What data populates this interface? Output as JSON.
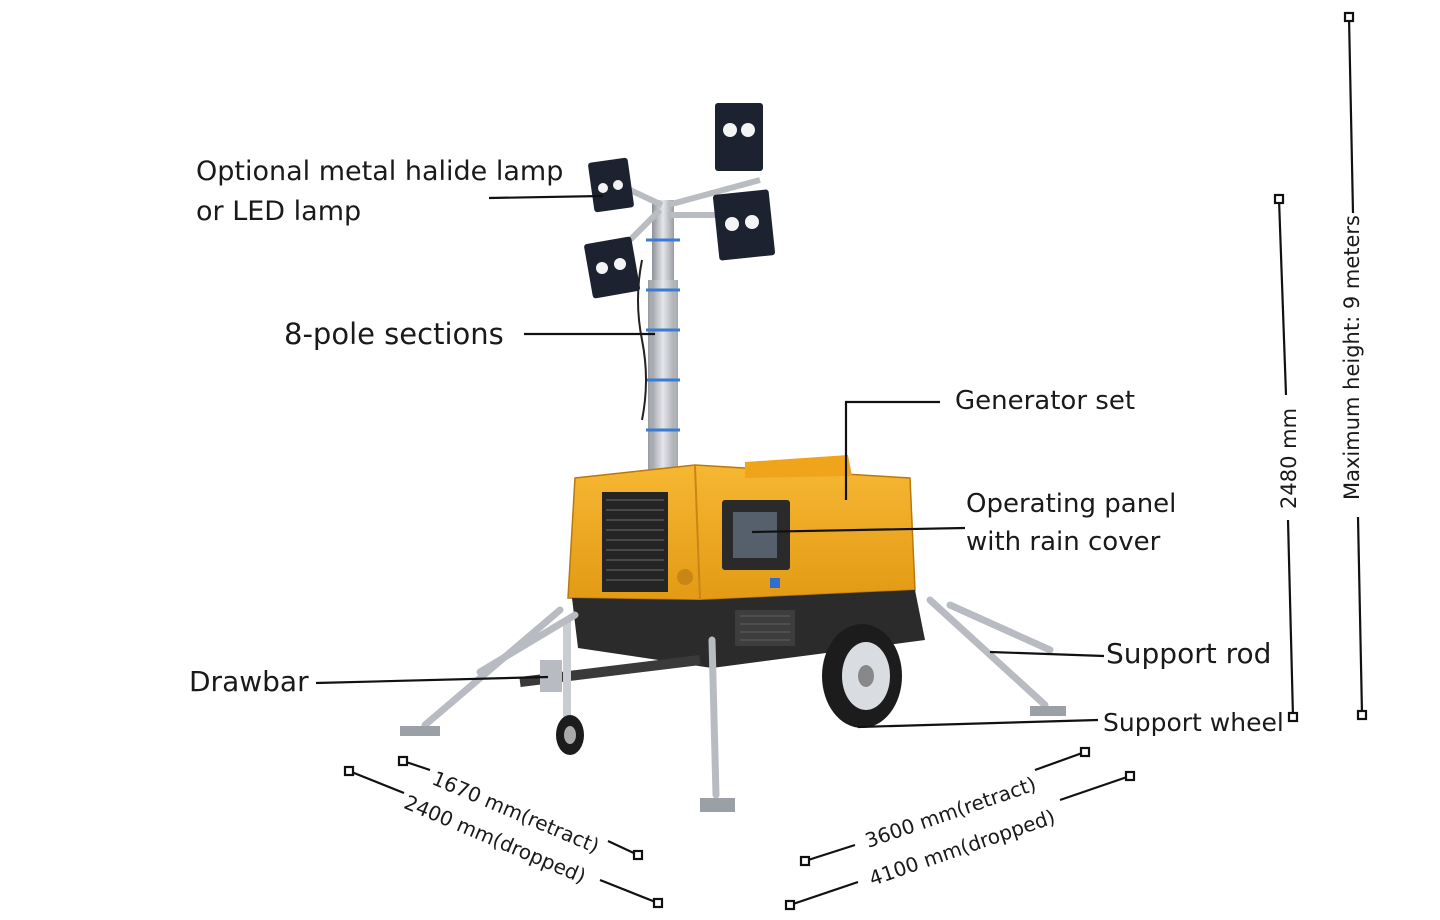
{
  "callouts": {
    "lamp_line1": "Optional metal halide lamp",
    "lamp_line2": "or LED lamp",
    "pole": "8-pole sections",
    "generator": "Generator set",
    "panel_line1": "Operating panel",
    "panel_line2": "with rain cover",
    "support_rod": "Support rod",
    "drawbar": "Drawbar",
    "support_wheel": "Support wheel"
  },
  "dimensions": {
    "height_retracted": "2480 mm",
    "max_height": "Maximum height: 9 meters",
    "front_retract": "1670 mm(retract)",
    "front_dropped": "2400 mm(dropped)",
    "side_retract": "3600 mm(retract)",
    "side_dropped": "4100 mm(dropped)"
  },
  "colors": {
    "body_yellow": "#f2a81a",
    "chassis_dark": "#2b2b2b",
    "steel": "#c9ccd1",
    "lamp_dark": "#1c2230"
  }
}
